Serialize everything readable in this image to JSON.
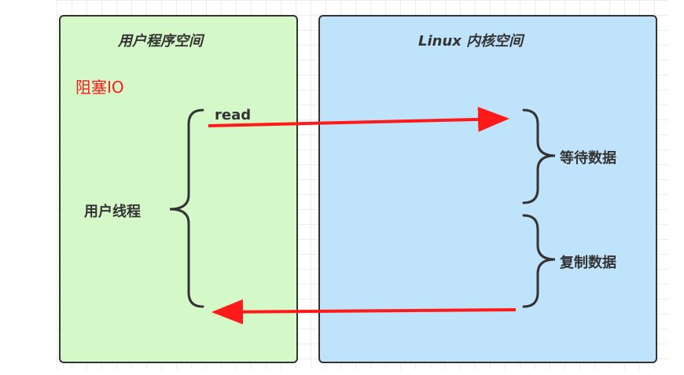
{
  "user_space": {
    "title": "用户程序空间",
    "mode_label": "阻塞IO",
    "thread_label": "用户线程",
    "call_label": "read"
  },
  "kernel_space": {
    "title": "Linux 内核空间",
    "phases": [
      "等待数据",
      "复制数据"
    ]
  },
  "colors": {
    "user_panel": "#d4f8c8",
    "kernel_panel": "#bfe3fb",
    "arrow": "#ff1a1a",
    "border": "#333333"
  }
}
